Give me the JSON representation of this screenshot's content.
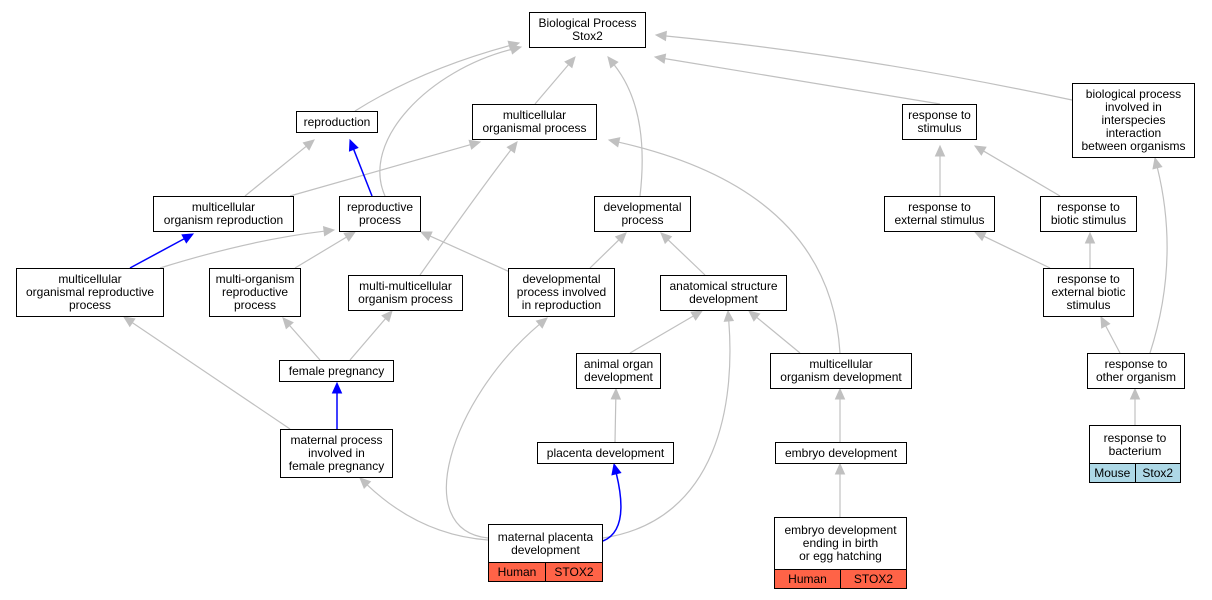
{
  "colors": {
    "edge": "#c0c0c0",
    "highlight_edge": "#0000ff",
    "human": "#ff6347",
    "mouse": "#add8e6"
  },
  "nodes": {
    "bp": "Biological Process\nStox2",
    "reproduction": "reproduction",
    "mop": "multicellular\norganismal process",
    "rts": "response to\nstimulus",
    "bpii": "biological process\ninvolved in\ninterspecies\ninteraction\nbetween organisms",
    "mor": "multicellular\norganism reproduction",
    "rp": "reproductive\nprocess",
    "dp": "developmental\nprocess",
    "res": "response to\nexternal stimulus",
    "rbs": "response to\nbiotic stimulus",
    "morp": "multicellular\norganismal reproductive\nprocess",
    "morgp": "multi-organism\nreproductive\nprocess",
    "mmop": "multi-multicellular\norganism process",
    "dpir": "developmental\nprocess involved\nin reproduction",
    "asd": "anatomical structure\ndevelopment",
    "rebs": "response to\nexternal biotic\nstimulus",
    "fp": "female pregnancy",
    "aod": "animal organ\ndevelopment",
    "mod": "multicellular\norganism development",
    "roo": "response to\nother organism",
    "mpifp": "maternal process\ninvolved in\nfemale pregnancy",
    "pd": "placenta development",
    "ed": "embryo development",
    "rtb": "response to\nbacterium",
    "mpd": "maternal placenta\ndevelopment",
    "edeb": "embryo development\nending in birth\nor egg hatching"
  },
  "annotations": {
    "rtb": {
      "species": "Mouse",
      "gene": "Stox2"
    },
    "mpd": {
      "species": "Human",
      "gene": "STOX2"
    },
    "edeb": {
      "species": "Human",
      "gene": "STOX2"
    }
  },
  "edges": [
    {
      "from": "reproduction",
      "to": "bp"
    },
    {
      "from": "mop",
      "to": "bp"
    },
    {
      "from": "rts",
      "to": "bp"
    },
    {
      "from": "bpii",
      "to": "bp"
    },
    {
      "from": "rp",
      "to": "bp"
    },
    {
      "from": "dp",
      "to": "bp"
    },
    {
      "from": "mor",
      "to": "reproduction"
    },
    {
      "from": "mor",
      "to": "mop"
    },
    {
      "from": "rp",
      "to": "reproduction",
      "highlight": true
    },
    {
      "from": "mmop",
      "to": "mop"
    },
    {
      "from": "mod",
      "to": "mop"
    },
    {
      "from": "res",
      "to": "rts"
    },
    {
      "from": "rbs",
      "to": "rts"
    },
    {
      "from": "morp",
      "to": "mor",
      "highlight": true
    },
    {
      "from": "morp",
      "to": "rp"
    },
    {
      "from": "morgp",
      "to": "rp"
    },
    {
      "from": "dpir",
      "to": "rp"
    },
    {
      "from": "dpir",
      "to": "dp"
    },
    {
      "from": "asd",
      "to": "dp"
    },
    {
      "from": "rebs",
      "to": "res"
    },
    {
      "from": "rebs",
      "to": "rbs"
    },
    {
      "from": "fp",
      "to": "morgp"
    },
    {
      "from": "fp",
      "to": "mmop"
    },
    {
      "from": "mpifp",
      "to": "fp",
      "highlight": true
    },
    {
      "from": "mpifp",
      "to": "morp"
    },
    {
      "from": "aod",
      "to": "asd"
    },
    {
      "from": "mod",
      "to": "asd"
    },
    {
      "from": "roo",
      "to": "rebs"
    },
    {
      "from": "roo",
      "to": "bpii"
    },
    {
      "from": "pd",
      "to": "aod"
    },
    {
      "from": "ed",
      "to": "mod"
    },
    {
      "from": "rtb",
      "to": "roo"
    },
    {
      "from": "mpd",
      "to": "mpifp"
    },
    {
      "from": "mpd",
      "to": "dpir"
    },
    {
      "from": "mpd",
      "to": "asd"
    },
    {
      "from": "mpd",
      "to": "pd",
      "highlight": true
    },
    {
      "from": "edeb",
      "to": "ed"
    }
  ]
}
